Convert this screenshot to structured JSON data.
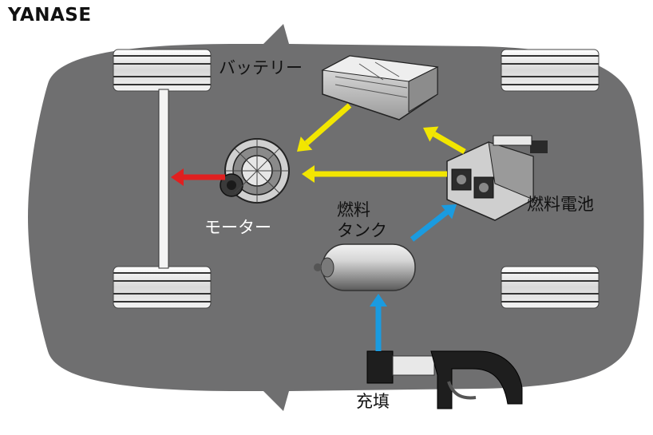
{
  "brand": {
    "logo_text": "YANASE"
  },
  "labels": {
    "battery": "バッテリー",
    "motor": "モーター",
    "fuel_tank_line1": "燃料",
    "fuel_tank_line2": "タンク",
    "fuel_cell": "燃料電池",
    "refuel": "充填"
  },
  "flows": [
    {
      "from": "fuel_cell",
      "to": "battery",
      "color": "#f2e600"
    },
    {
      "from": "fuel_cell",
      "to": "motor",
      "color": "#f2e600"
    },
    {
      "from": "battery",
      "to": "motor",
      "color": "#f2e600"
    },
    {
      "from": "motor",
      "to": "axle",
      "color": "#e02020"
    },
    {
      "from": "fuel_tank",
      "to": "fuel_cell",
      "color": "#1a9be0"
    },
    {
      "from": "refuel_nozzle",
      "to": "fuel_tank",
      "color": "#1a9be0"
    }
  ],
  "colors": {
    "car_body": "#6f6f70",
    "energy_flow": "#f2e600",
    "drive_flow": "#e02020",
    "hydrogen_flow": "#1a9be0"
  }
}
